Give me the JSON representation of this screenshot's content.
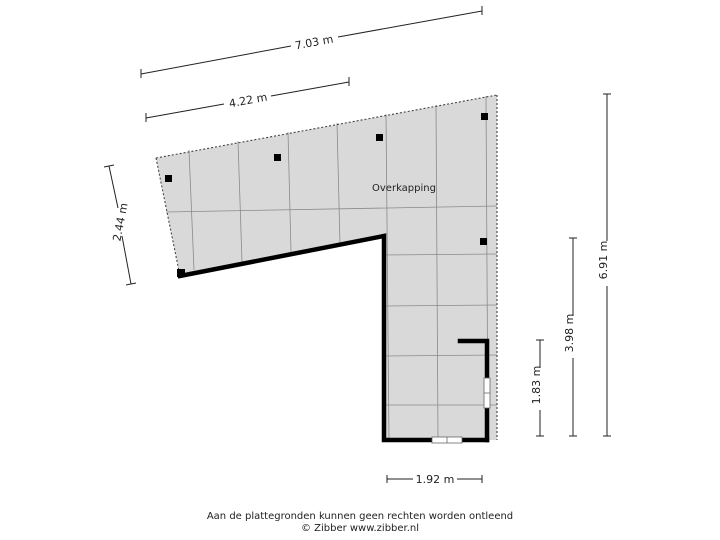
{
  "room": {
    "label": "Overkapping"
  },
  "dimensions": {
    "top_total": "7.03 m",
    "top_partial": "4.22 m",
    "left_side": "2.44 m",
    "right_total": "6.91 m",
    "right_partial": "3.98 m",
    "right_small": "1.83 m",
    "bottom": "1.92 m"
  },
  "footer": {
    "disclaimer": "Aan de plattegronden kunnen geen rechten worden ontleend",
    "copyright": "© Zibber www.zibber.nl"
  },
  "colors": {
    "floor_fill": "#d9d9d9",
    "wall": "#000000",
    "grid": "#8a8a8a",
    "dimension": "#222222"
  }
}
